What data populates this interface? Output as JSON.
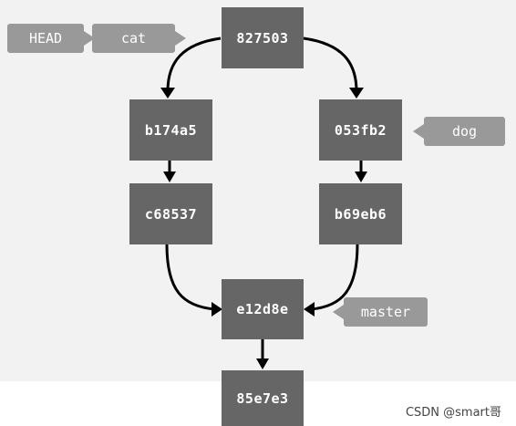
{
  "diagram": {
    "commits": {
      "top": "827503",
      "left1": "b174a5",
      "left2": "c68537",
      "right1": "053fb2",
      "right2": "b69eb6",
      "merge": "e12d8e",
      "bottom": "85e7e3"
    },
    "labels": {
      "head": "HEAD",
      "cat": "cat",
      "dog": "dog",
      "master": "master"
    },
    "colors": {
      "commit_fill": "#666666",
      "label_fill": "#999999",
      "edge": "#000000",
      "background": "#f2f2f2"
    }
  },
  "watermark": "CSDN @smart哥"
}
